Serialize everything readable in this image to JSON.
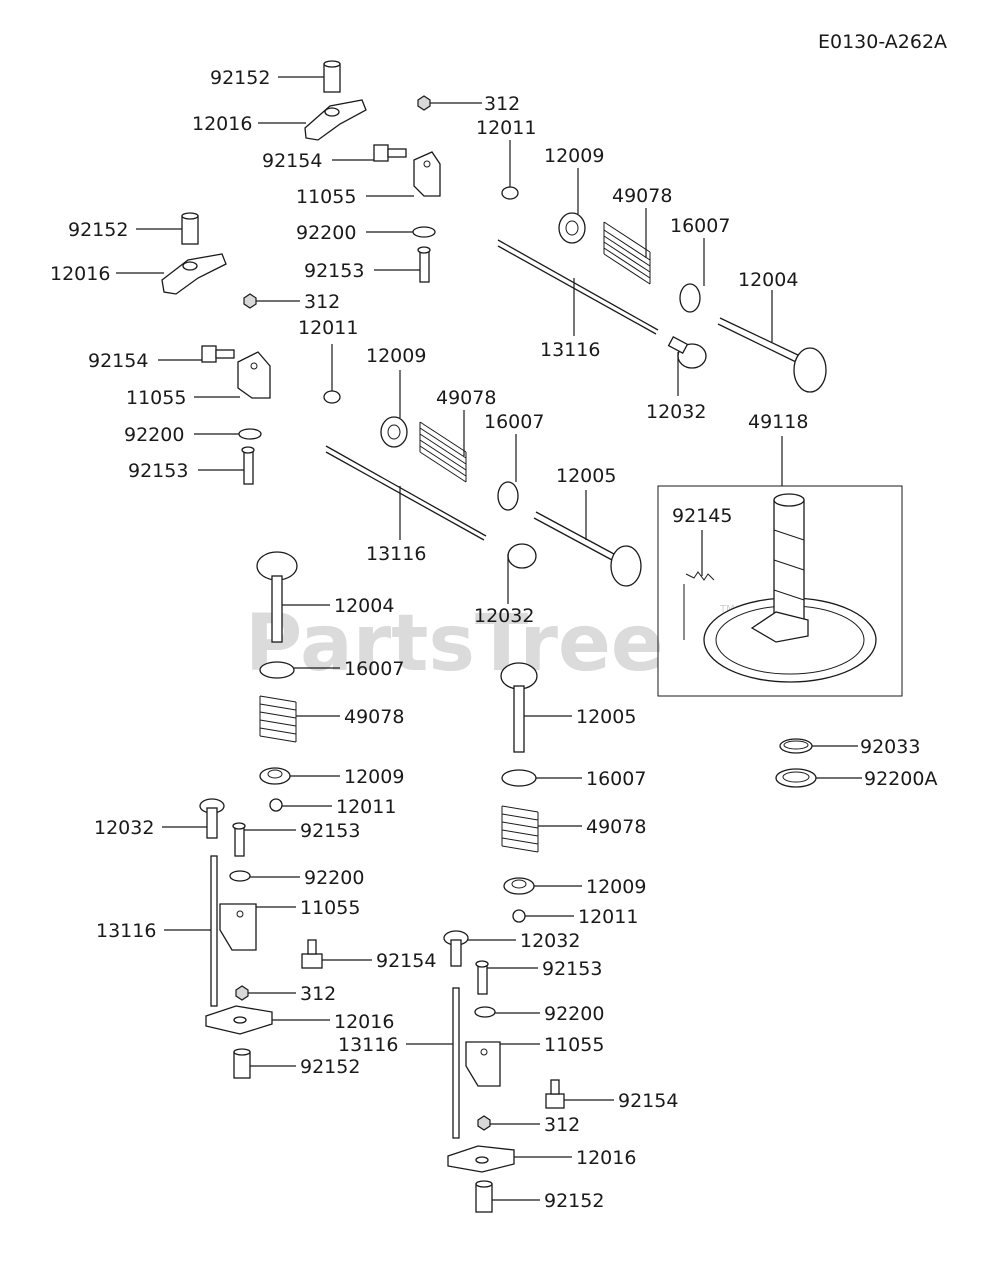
{
  "diagram_code": "E0130-A262A",
  "watermark": "PartsTree",
  "watermark_tm": "TM",
  "callouts": {
    "c1": "92152",
    "c2": "12016",
    "c3": "312",
    "c4": "12011",
    "c5": "92154",
    "c6": "12009",
    "c7": "11055",
    "c8": "49078",
    "c9": "92200",
    "c10": "16007",
    "c11": "92153",
    "c12": "12004",
    "c13": "92152",
    "c14": "12016",
    "c15": "312",
    "c16": "12011",
    "c17": "12009",
    "c18": "92154",
    "c19": "11055",
    "c20": "92200",
    "c21": "92153",
    "c22": "13116",
    "c23": "12032",
    "c24": "49118",
    "c25": "49078",
    "c26": "16007",
    "c27": "12005",
    "c28": "92145",
    "c29": "13116",
    "c30": "12004",
    "c31": "12032",
    "c32": "16007",
    "c33": "49078",
    "c34": "12009",
    "c35": "12011",
    "c36": "12005",
    "c37": "16007",
    "c38": "92033",
    "c39": "92200A",
    "c40": "12032",
    "c41": "92153",
    "c42": "49078",
    "c43": "92200",
    "c44": "11055",
    "c45": "13116",
    "c46": "12009",
    "c47": "12011",
    "c48": "92154",
    "c49": "12032",
    "c50": "312",
    "c51": "92153",
    "c52": "12016",
    "c53": "92200",
    "c54": "92152",
    "c55": "13116",
    "c56": "11055",
    "c57": "92154",
    "c58": "312",
    "c59": "12016",
    "c60": "92152"
  }
}
